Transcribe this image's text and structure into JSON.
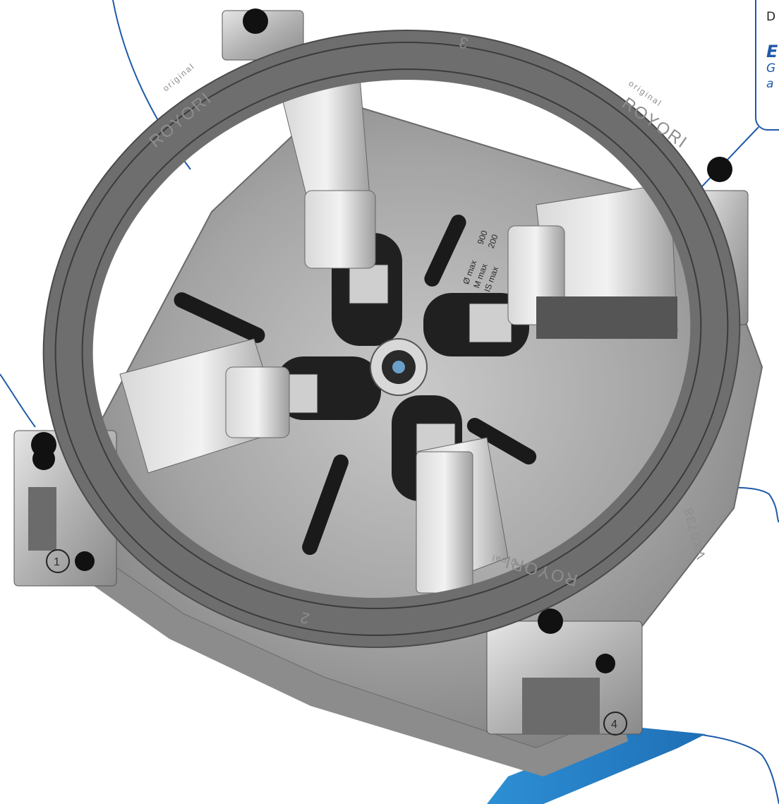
{
  "callout": {
    "line1": "D",
    "heading": "E",
    "sub_line1": "G",
    "sub_line2": "a"
  },
  "ring": {
    "brand_top": "ROYORI",
    "brand_right": "ROYORI",
    "tag_top": "original",
    "tag_right": "original",
    "brand_bottom": "ROYORI",
    "tag_bottom": "original",
    "model": "VX0738",
    "marker_top": "3",
    "marker_bottom": "2"
  },
  "jaw_label": {
    "line1": "Ø max",
    "line2": "M max",
    "line3": "IS max",
    "val1": "900",
    "val2": "200"
  },
  "jaw_numbers": {
    "left": "1",
    "bottom": "4"
  },
  "colors": {
    "accent": "#1f5aa8",
    "ring": "#6e6e6e",
    "plate": "#a9a9a9",
    "stripe": "#2d8fd5"
  }
}
